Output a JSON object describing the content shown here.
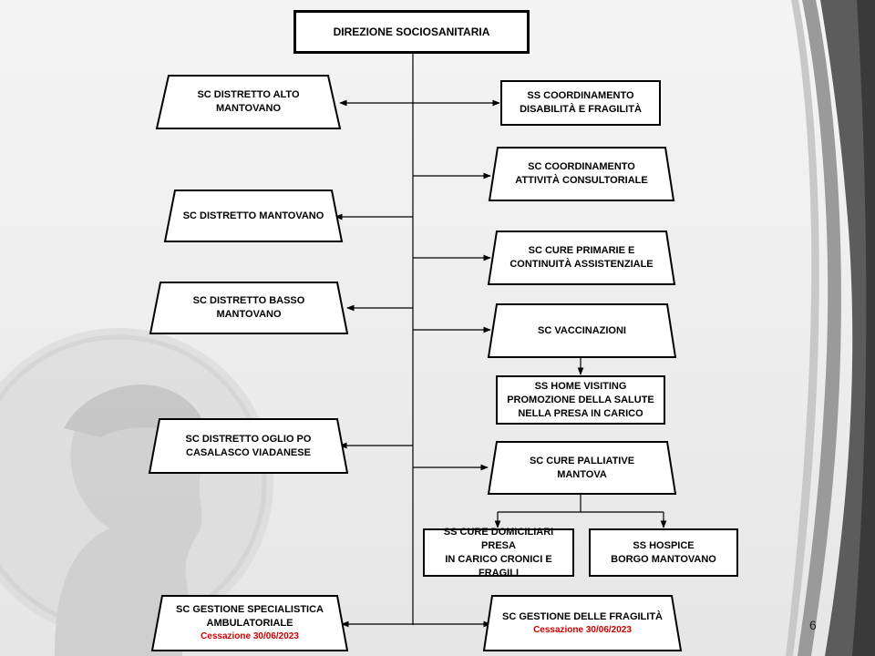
{
  "top": {
    "label": "DIREZIONE SOCIOSANITARIA"
  },
  "left_units": [
    {
      "label": "SC DISTRETTO  ALTO\nMANTOVANO"
    },
    {
      "label": "SC DISTRETTO  MANTOVANO"
    },
    {
      "label": "SC DISTRETTO  BASSO\nMANTOVANO"
    },
    {
      "label": "SC DISTRETTO  OGLIO PO\nCASALASCO VIADANESE"
    },
    {
      "label": "SC GESTIONE  SPECIALISTICA\nAMBULATORIALE",
      "note": "Cessazione 30/06/2023"
    }
  ],
  "right_units": [
    {
      "label": "SS COORDINAMENTO\nDISABILITÀ  E FRAGILITÀ"
    },
    {
      "label": "SC COORDINAMENTO\nATTIVITÀ  CONSULTORIALE"
    },
    {
      "label": "SC CURE  PRIMARIE  E\nCONTINUITÀ  ASSISTENZIALE"
    },
    {
      "label": "SC VACCINAZIONI"
    },
    {
      "label": "SS  HOME VISITING\nPROMOZIONE DELLA SALUTE\nNELLA PRESA IN CARICO"
    },
    {
      "label": "SC CURE  PALLIATIVE\nMANTOVA"
    },
    {
      "label": "SS CURE DOMICILIARI  PRESA\nIN  CARICO CRONICI E\nFRAGILI"
    },
    {
      "label": "SS HOSPICE\nBORGO MANTOVANO"
    },
    {
      "label": "SC GESTIONE  DELLE FRAGILITÀ",
      "note": "Cessazione 30/06/2023"
    }
  ],
  "page_number": "6",
  "colors": {
    "note": "#d00000",
    "line": "#000000",
    "box_fill": "#ffffff"
  }
}
